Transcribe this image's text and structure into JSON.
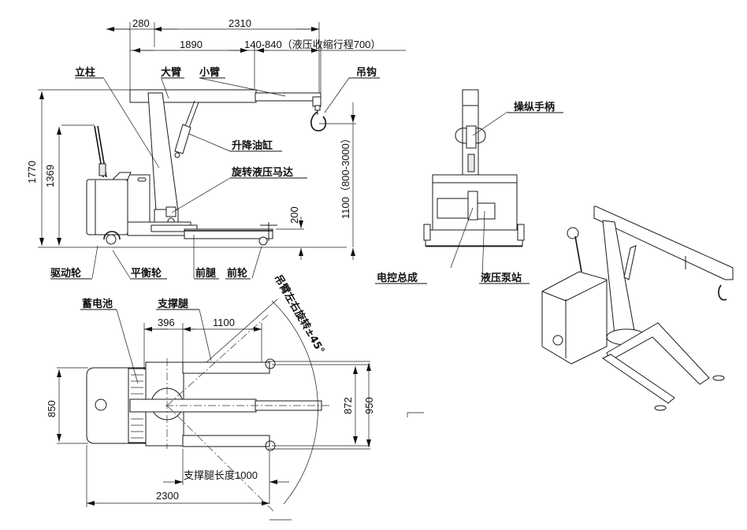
{
  "title": "电动旋转平衡吊 结构尺寸图",
  "side_view": {
    "dimensions": {
      "top_280": "280",
      "top_2310": "2310",
      "top_1890": "1890",
      "boom_stroke": "140-840（液压收缩行程700）",
      "height_1770": "1770",
      "height_1369": "1369",
      "height_200": "200",
      "hook_height": "1100（800-3000）"
    },
    "labels": {
      "column": "立柱",
      "main_arm": "大臂",
      "small_arm": "小臂",
      "hook": "吊钩",
      "lift_cylinder": "升降油缸",
      "rotary_motor": "旋转液压马达",
      "drive_wheel": "驱动轮",
      "balance_wheel": "平衡轮",
      "front_leg": "前腿",
      "front_wheel": "前轮"
    }
  },
  "front_view": {
    "labels": {
      "handle": "操纵手柄",
      "electric_control": "电控总成",
      "hydraulic_pump": "液压泵站"
    }
  },
  "plan_view": {
    "dimensions": {
      "d396": "396",
      "d1100": "1100",
      "d850": "850",
      "d872": "872",
      "d950": "950",
      "leg_length": "支撑腿长度1000",
      "d2300": "2300",
      "rotation": "吊臂左右旋转±45°"
    },
    "labels": {
      "battery": "蓄电池",
      "support_leg": "支撑腿"
    }
  },
  "isometric_view": {
    "caption": ""
  }
}
